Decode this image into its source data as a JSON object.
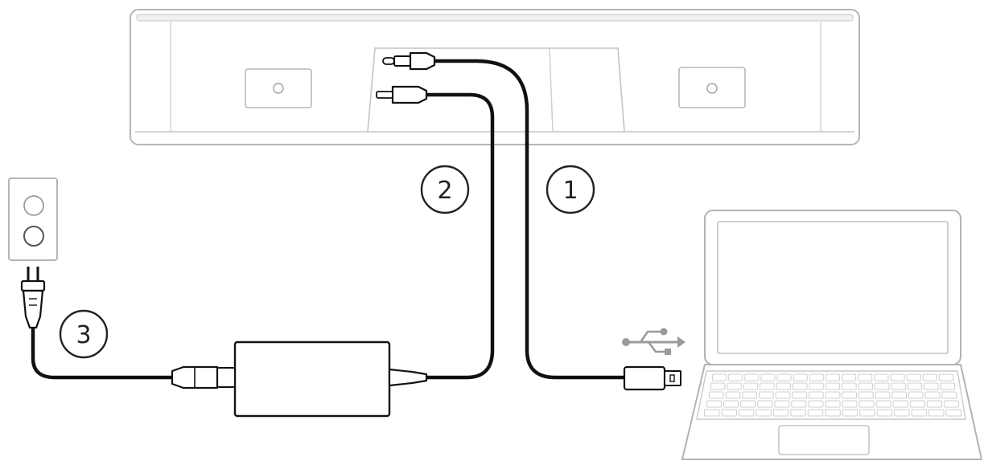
{
  "callouts": {
    "step1": "1",
    "step2": "2",
    "step3": "3"
  },
  "icons": {
    "usb_symbol": "usb-trident-icon"
  },
  "colors": {
    "line": "#2b2b2b",
    "outline": "#b9b9b9",
    "cable": "#111111",
    "fill": "#ffffff",
    "shade": "#f3f3f3"
  }
}
